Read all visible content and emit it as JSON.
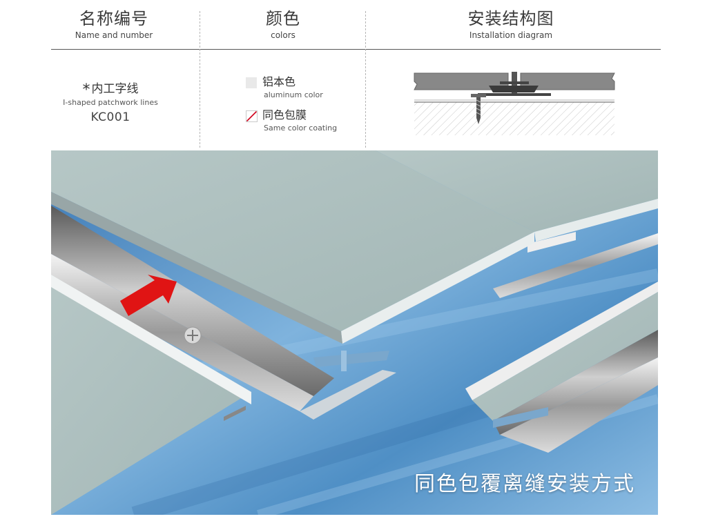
{
  "header": {
    "col1": {
      "title_zh": "名称编号",
      "title_en": "Name and number"
    },
    "col2": {
      "title_zh": "颜色",
      "title_en": "colors"
    },
    "col3": {
      "title_zh": "安装结构图",
      "title_en": "Installation diagram"
    }
  },
  "product": {
    "star": "*",
    "name_zh": "内工字线",
    "name_en": "I-shaped patchwork lines",
    "code": "KC001"
  },
  "colors": [
    {
      "name_zh": "铝本色",
      "name_en": "aluminum color",
      "swatch": "#e9e9e9"
    },
    {
      "name_zh": "同色包膜",
      "name_en": "Same color coating",
      "swatch": "#d0021b"
    }
  ],
  "photo": {
    "caption": "同色包覆离缝安装方式"
  },
  "theme": {
    "panel_color": "#a7b9b8",
    "floor_color": "#5f9bc9",
    "arrow_color": "#e01414",
    "divider_color": "#555555"
  }
}
